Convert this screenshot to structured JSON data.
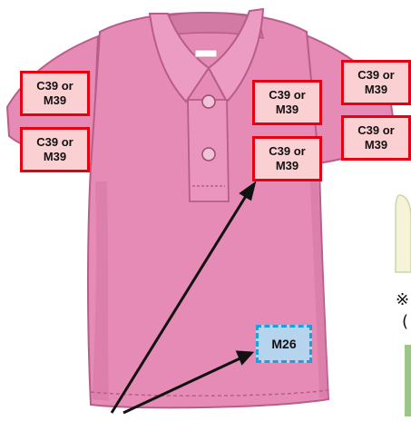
{
  "placements": {
    "left_sleeve_upper": "C39 or M39",
    "left_sleeve_lower": "C39 or M39",
    "chest_upper": "C39 or M39",
    "chest_lower": "C39 or M39",
    "right_sleeve_upper": "C39 or M39",
    "right_sleeve_lower": "C39 or M39",
    "hem": "M26"
  },
  "side_note": {
    "mark": "※",
    "paren": "("
  },
  "colors": {
    "shirt": "#e58bb5",
    "shirt_shadow": "#c96d98",
    "badge_border": "#e60012",
    "badge_fill": "#fbd0d3",
    "hem_border": "#1aa0dc",
    "hem_fill": "#b7d4ef"
  }
}
